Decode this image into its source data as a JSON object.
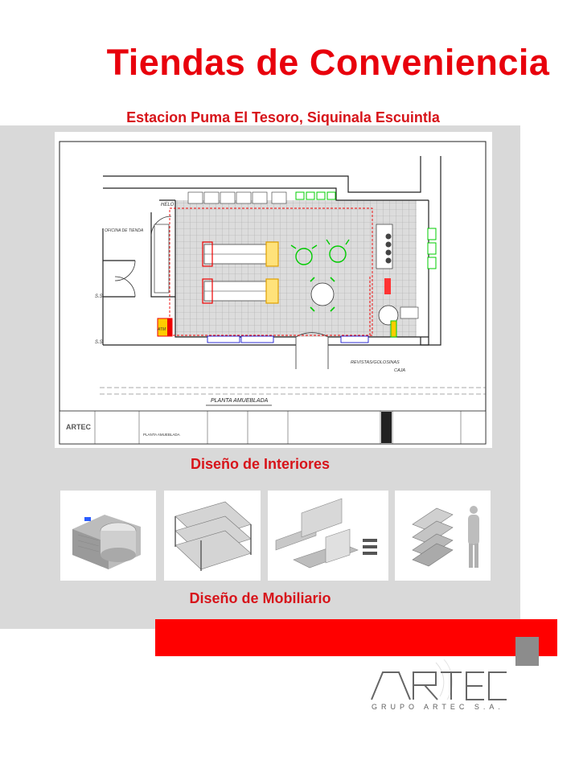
{
  "document": {
    "title": "Tiendas de Conveniencia",
    "subtitle": "Estacion Puma El Tesoro, Siquinala Escuintla",
    "section_interiors": "Diseño de Interiores",
    "section_furniture": "Diseño de Mobiliario"
  },
  "plan": {
    "label_helo": "HELO",
    "label_oficina": "OFICINA DE TIENDA",
    "label_ss1": "S.S.",
    "label_ss2": "S.S.",
    "label_atm": "ATM",
    "label_revistas": "REVISTAS/GOLOSINAS",
    "label_caja": "CAJA",
    "label_planta": "PLANTA AMUEBLADA",
    "label_titleblock": "ARTEC",
    "label_sheet": "PLANTA AMUEBLADA"
  },
  "logo": {
    "wordmark": "ARTEC",
    "tagline": "GRUPO ARTEC S.A."
  },
  "colors": {
    "accent_red": "#e8000c",
    "panel_gray": "#d9d9d9",
    "floor_grid": "#bfbfbf"
  }
}
